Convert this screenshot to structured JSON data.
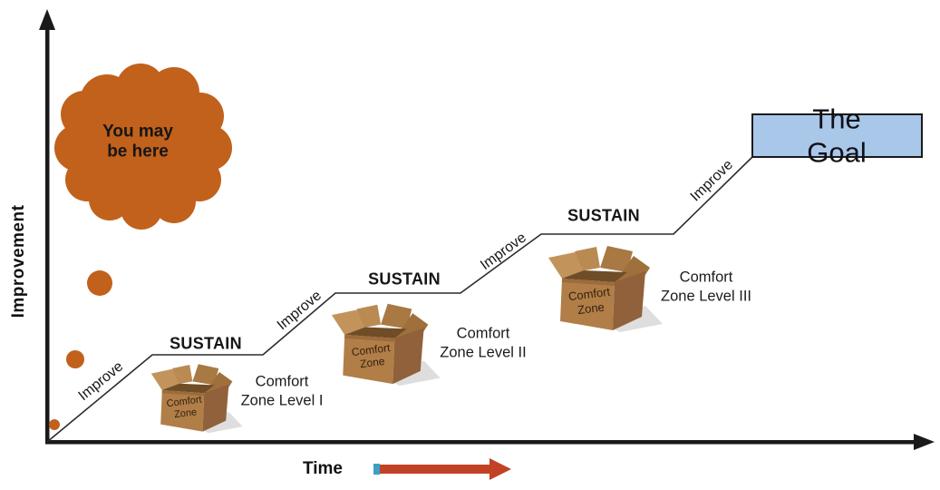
{
  "diagram": {
    "y_axis_label": "Improvement",
    "x_axis_label": "Time",
    "cloud_text": "You may\nbe here",
    "steps": [
      {
        "improve": "Improve",
        "sustain": "SUSTAIN",
        "box_label": "Comfort\nZone",
        "level": "Comfort\nZone Level I"
      },
      {
        "improve": "Improve",
        "sustain": "SUSTAIN",
        "box_label": "Comfort\nZone",
        "level": "Comfort\nZone Level II"
      },
      {
        "improve": "Improve",
        "sustain": "SUSTAIN",
        "box_label": "Comfort\nZone",
        "level": "Comfort\nZone Level III"
      }
    ],
    "final_improve": "Improve",
    "goal_label": "The Goal",
    "colors": {
      "cloud_orange": "#C1611C",
      "goal_fill": "#A9C7E9",
      "goal_border": "#1A1A1A",
      "arrow_red": "#C14224",
      "arrow_teal": "#3D9FC4",
      "axis_black": "#1A1A1A",
      "step_line": "#2B2B2B"
    }
  }
}
